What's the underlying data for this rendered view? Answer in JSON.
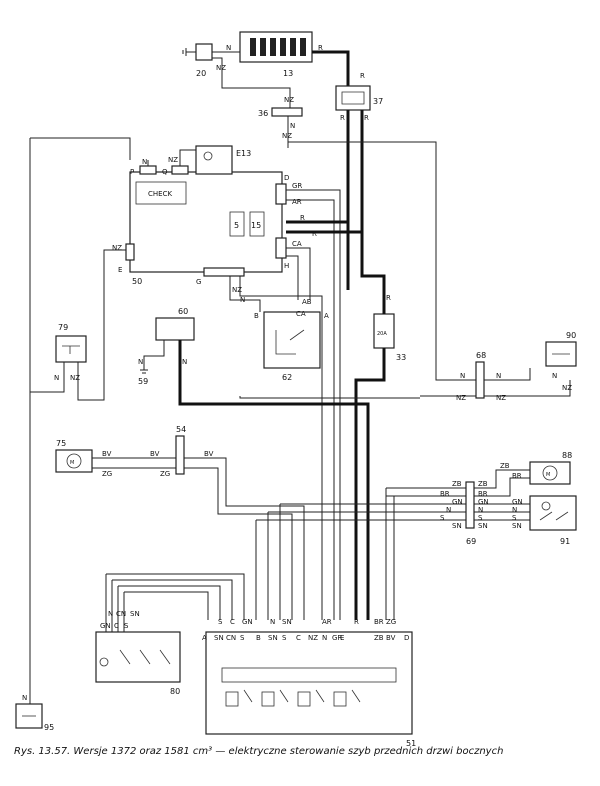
{
  "labels": {
    "N": "N",
    "NZ": "NZ",
    "R": "R",
    "GR": "GR",
    "AR": "AR",
    "AB": "AB",
    "CA": "CA",
    "BV": "BV",
    "ZG": "ZG",
    "ZB": "ZB",
    "BR": "BR",
    "GN": "GN",
    "S": "S",
    "SN": "SN",
    "C": "C",
    "CN": "CN",
    "check": "CHECK",
    "five": "5",
    "fifteen": "15",
    "fuse": "20A",
    "A": "A",
    "B": "B",
    "D": "D",
    "E": "E",
    "F": "F",
    "G": "G",
    "H": "H",
    "P": "P",
    "Q": "Q"
  },
  "components": {
    "c13": "13",
    "c20": "20",
    "c36": "36",
    "c37": "37",
    "e13": "E13",
    "c50": "50",
    "c33": "33",
    "c62": "62",
    "c60": "60",
    "c59": "59",
    "c79": "79",
    "c68": "68",
    "c90": "90",
    "c54": "54",
    "c75": "75",
    "c88": "88",
    "c69": "69",
    "c91": "91",
    "c80": "80",
    "c51": "51",
    "c95": "95"
  },
  "caption": "Rys. 13.57. Wersje 1372 oraz 1581 cm³ — elektryczne sterowanie szyb przednich drzwi bocznych"
}
